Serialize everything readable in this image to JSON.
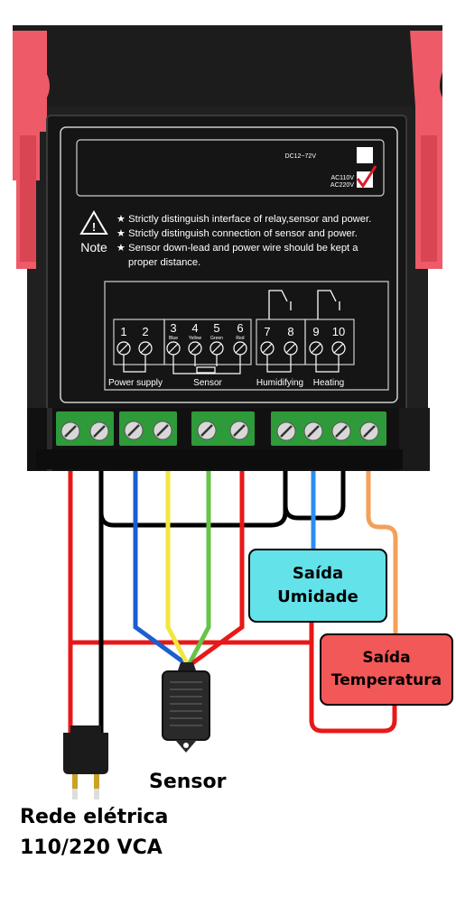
{
  "colors": {
    "housing": "#1c1c1c",
    "panel": "#151515",
    "clip": "#ee5a68",
    "terminal_green": "#2e9a3a",
    "wire_red": "#e81818",
    "wire_black": "#000000",
    "wire_blue": "#1a5fd0",
    "wire_yellow": "#f2e640",
    "wire_green": "#66c447",
    "wire_sky": "#2c8ef0",
    "wire_orange": "#f4a05a",
    "box_umidade": "#63e2ea",
    "box_temperatura": "#f25858"
  },
  "panel": {
    "dc_range": "DC12~72V",
    "ac_110": "AC110V",
    "ac_220": "AC220V",
    "warnings": [
      "★ Strictly distinguish interface of relay,sensor and power.",
      "★ Strictly distinguish connection of sensor and power.",
      "★ Sensor down-lead and power wire should be kept a",
      "proper distance."
    ],
    "note_label": "Note",
    "terminals": [
      "1",
      "2",
      "3",
      "4",
      "5",
      "6",
      "7",
      "8",
      "9",
      "10"
    ],
    "color_codes": [
      "Blue",
      "Yellow",
      "Green",
      "Red"
    ],
    "group_labels": {
      "power": "Power supply",
      "sensor": "Sensor",
      "humidifying": "Humidifying",
      "heating": "Heating"
    }
  },
  "labels": {
    "saida_umidade_1": "Saída",
    "saida_umidade_2": "Umidade",
    "saida_temp_1": "Saída",
    "saida_temp_2": "Temperatura",
    "sensor": "Sensor",
    "rede_1": "Rede elétrica",
    "rede_2": "110/220 VCA"
  },
  "icons": [
    "warning-triangle-icon",
    "checkmark-icon",
    "relay-contact-icon",
    "plug-icon",
    "sensor-probe-icon"
  ]
}
